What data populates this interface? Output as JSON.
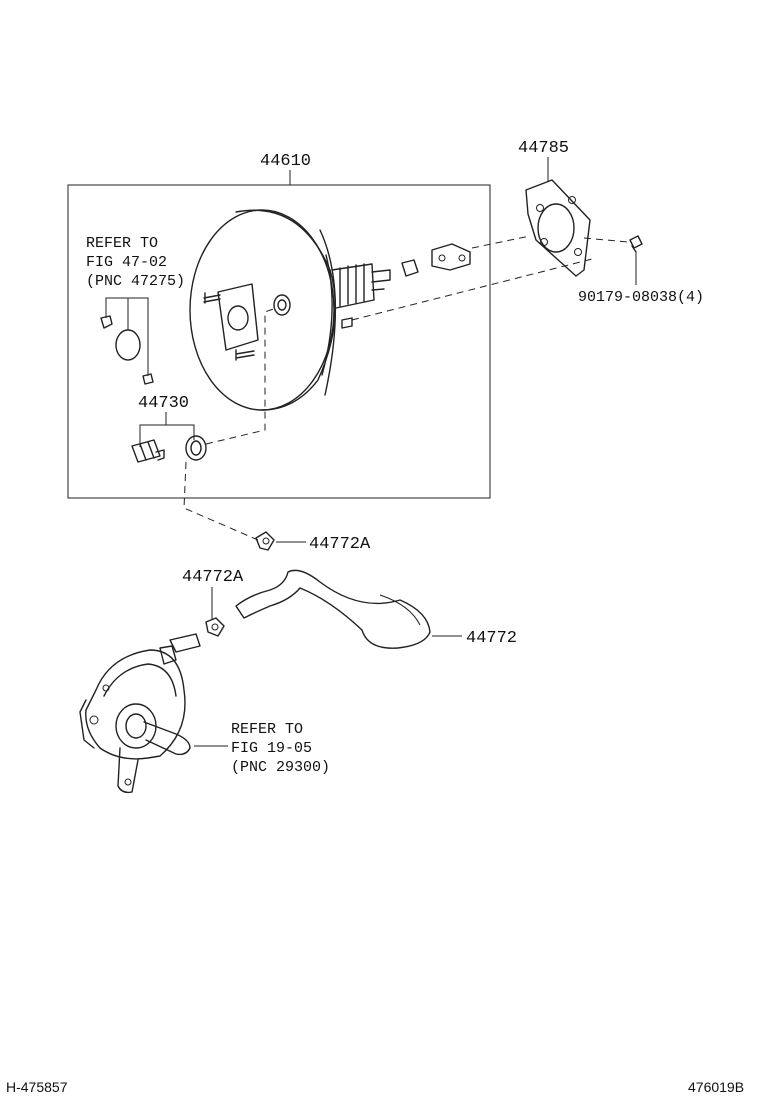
{
  "diagram": {
    "parts": {
      "booster": "44610",
      "gasket": "44785",
      "nut": "90179-08038(4)",
      "check_valve": "44730",
      "clamp_upper": "44772A",
      "clamp_lower": "44772A",
      "hose": "44772"
    },
    "refer_fig_47": [
      "REFER TO",
      "FIG 47-02",
      "(PNC 47275)"
    ],
    "refer_fig_19": [
      "REFER TO",
      "FIG 19-05",
      "(PNC 29300)"
    ],
    "footer": {
      "left_code": "H-475857",
      "right_code": "476019B"
    }
  }
}
